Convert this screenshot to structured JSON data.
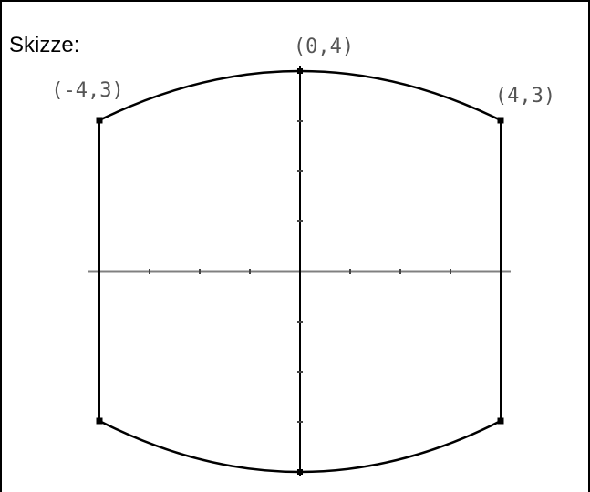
{
  "heading": "Skizze:",
  "colors": {
    "curve": "#000000",
    "axis_x": "#808080",
    "axis_y": "#000000",
    "label": "#555555"
  },
  "diagram": {
    "x_range": [
      -4,
      4
    ],
    "y_range": [
      -4,
      4
    ],
    "ticks": [
      -4,
      -3,
      -2,
      -1,
      1,
      2,
      3,
      4
    ],
    "labeled_points": [
      {
        "x": 0,
        "y": 4,
        "label": "(0,4)"
      },
      {
        "x": -4,
        "y": 3,
        "label": "(-4,3)"
      },
      {
        "x": 4,
        "y": 3,
        "label": "(4,3)"
      }
    ],
    "corners": [
      {
        "x": -4,
        "y": 3
      },
      {
        "x": 4,
        "y": 3
      },
      {
        "x": -4,
        "y": -3
      },
      {
        "x": 4,
        "y": -3
      }
    ],
    "top_arc": {
      "from_x": -4,
      "to_x": 4
    },
    "bottom_arc": {
      "from_x": -4,
      "to_x": 4
    },
    "sides": [
      {
        "x": -4,
        "from_y": -3,
        "to_y": 3
      },
      {
        "x": 4,
        "from_y": -3,
        "to_y": 3
      }
    ]
  }
}
